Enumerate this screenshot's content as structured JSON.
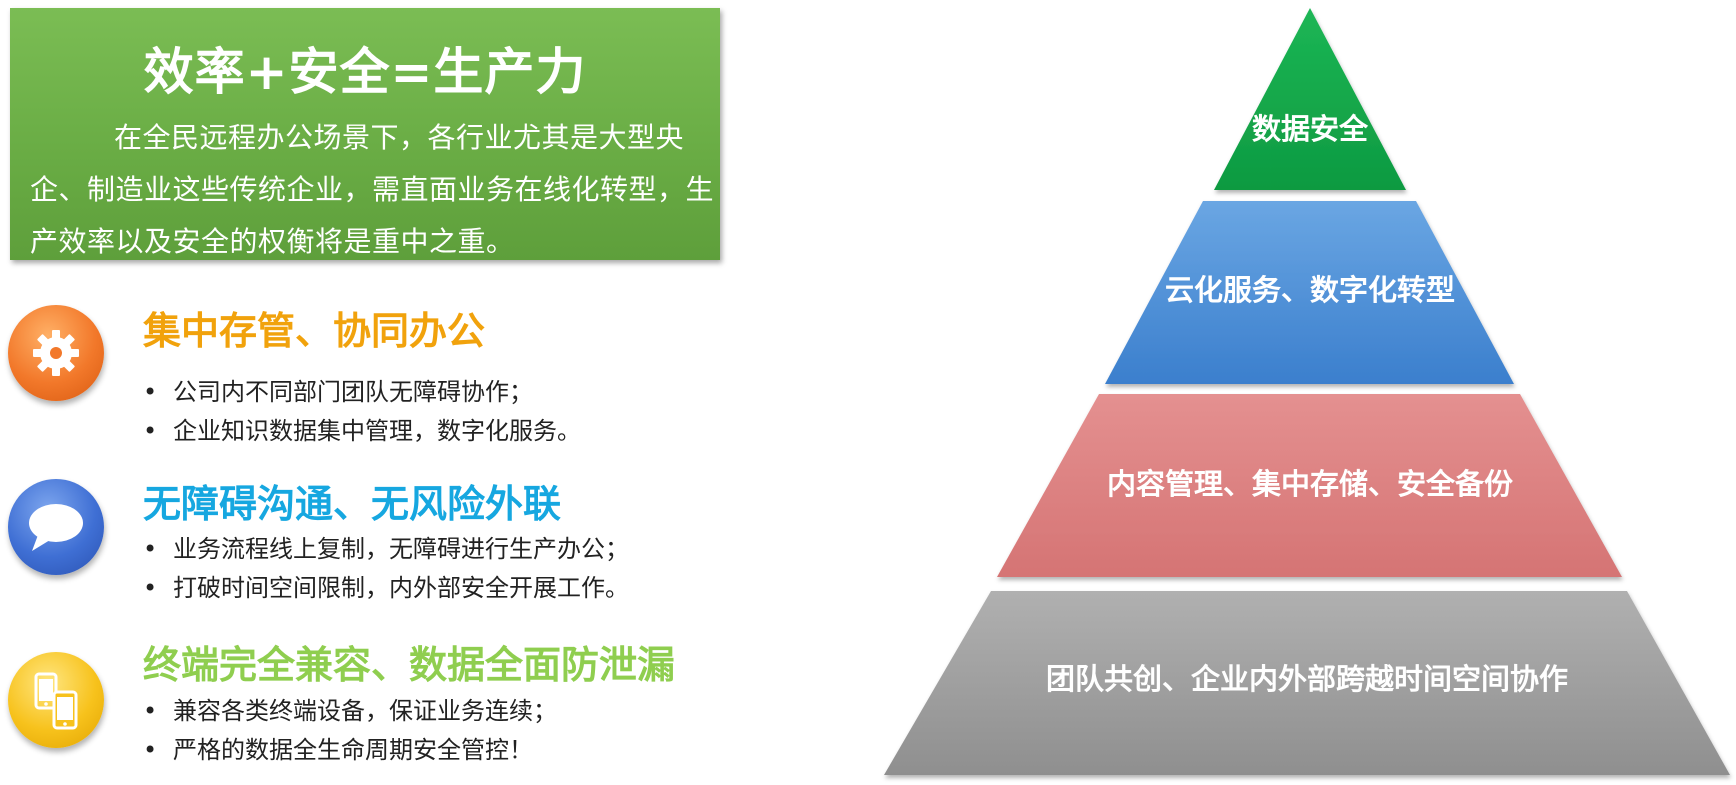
{
  "banner": {
    "title": "效率+安全=生产力",
    "body": "在全民远程办公场景下，各行业尤其是大型央企、制造业这些传统企业，需直面业务在线化转型，生产效率以及安全的权衡将是重中之重。"
  },
  "features": [
    {
      "icon": "gear-icon",
      "color": "#f1a20c",
      "title": "集中存管、协同办公",
      "bullets": [
        "公司内不同部门团队无障碍协作；",
        "企业知识数据集中管理，数字化服务。"
      ]
    },
    {
      "icon": "chat-bubble-icon",
      "color": "#16a7e0",
      "title": "无障碍沟通、无风险外联",
      "bullets": [
        "业务流程线上复制，无障碍进行生产办公；",
        "打破时间空间限制，内外部安全开展工作。"
      ]
    },
    {
      "icon": "devices-icon",
      "color": "#8fce4f",
      "title": "终端完全兼容、数据全面防泄漏",
      "bullets": [
        "兼容各类终端设备，保证业务连续；",
        "严格的数据全生命周期安全管控！"
      ]
    }
  ],
  "pyramid": {
    "levels": [
      {
        "label": "数据安全",
        "color": "#12a94b"
      },
      {
        "label": "云化服务、数字化转型",
        "color": "#4a8fd6"
      },
      {
        "label": "内容管理、集中存储、安全备份",
        "color": "#db8080"
      },
      {
        "label": "团队共创、企业内外部跨越时间空间协作",
        "color": "#9d9d9d"
      }
    ]
  }
}
